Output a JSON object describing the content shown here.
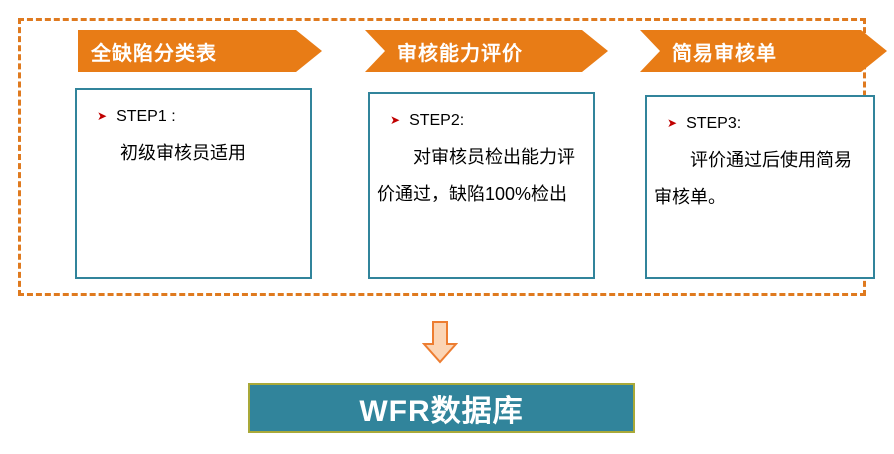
{
  "steps": [
    {
      "banner": "全缺陷分类表",
      "step_label": "STEP1 :",
      "body": "初级审核员适用"
    },
    {
      "banner": "审核能力评价",
      "step_label": "STEP2:",
      "body": "对审核员检出能力评价通过，缺陷100%检出"
    },
    {
      "banner": "简易审核单",
      "step_label": "STEP3:",
      "body": "评价通过后使用简易审核单。"
    }
  ],
  "database": {
    "label": "WFR数据库"
  },
  "icons": {
    "bullet_glyph": "➤",
    "bullet_name": "red-arrowhead-bullet",
    "down_arrow_name": "down-arrow"
  },
  "colors": {
    "banner_orange": "#E87C16",
    "dashed_border_orange": "#DF7A1F",
    "box_border_teal": "#31849B",
    "database_fill_teal": "#31849B",
    "database_border_olive": "#A9A939",
    "bullet_red": "#C00000",
    "arrow_fill": "#FBD5B5",
    "arrow_stroke": "#ED7D31"
  }
}
